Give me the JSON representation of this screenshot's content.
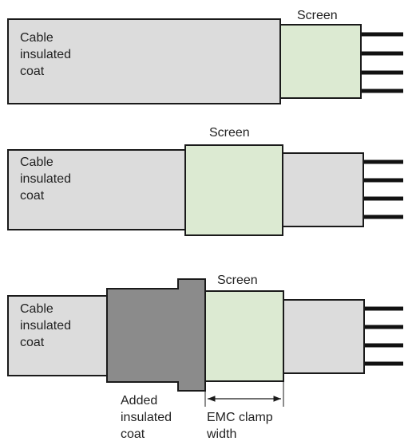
{
  "colors": {
    "insulation": "#dcdcdc",
    "screen": "#dcead2",
    "added_coat": "#8b8b8b",
    "outline": "#1a1a1a",
    "wire": "#111111"
  },
  "diagrams": [
    {
      "screen_label": "Screen",
      "cable_label": [
        "Cable",
        "insulated",
        "coat"
      ]
    },
    {
      "screen_label": "Screen",
      "cable_label": [
        "Cable",
        "insulated",
        "coat"
      ]
    },
    {
      "screen_label": "Screen",
      "cable_label": [
        "Cable",
        "insulated",
        "coat"
      ],
      "added_coat_label": [
        "Added",
        "insulated",
        "coat"
      ],
      "clamp_label": [
        "EMC clamp",
        "width"
      ]
    }
  ]
}
